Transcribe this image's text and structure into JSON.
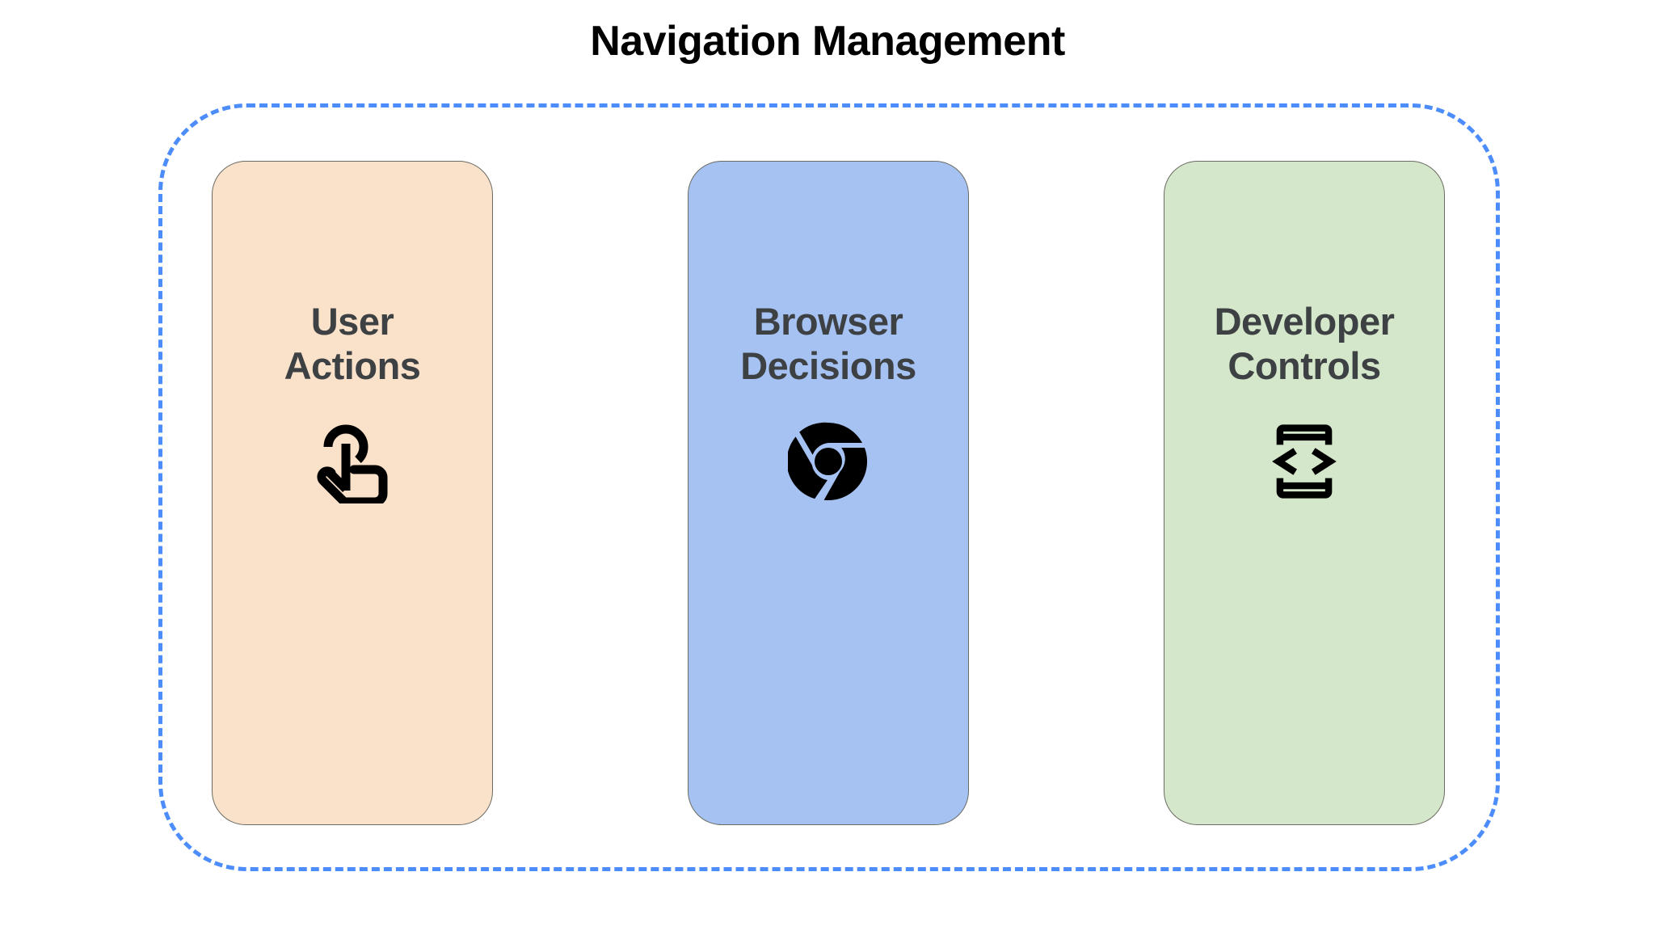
{
  "diagram": {
    "title": "Navigation Management",
    "title_color": "#000000",
    "container": {
      "name": "dashed-boundary",
      "border_style": "dashed",
      "border_color": "#4C8DFB"
    },
    "cards": [
      {
        "id": "user-actions",
        "label": "User\nActions",
        "label_line1": "User",
        "label_line2": "Actions",
        "fill_color": "#FAE1C9",
        "border_color": "#6B6B63",
        "text_color": "#3D4144",
        "icon": "touch-app-icon",
        "icon_color": "#000000"
      },
      {
        "id": "browser-decisions",
        "label": "Browser\nDecisions",
        "label_line1": "Browser",
        "label_line2": "Decisions",
        "fill_color": "#A6C2F2",
        "border_color": "#6B6B63",
        "text_color": "#3D4144",
        "icon": "chrome-logo-icon",
        "icon_color": "#000000"
      },
      {
        "id": "developer-controls",
        "label": "Developer\nControls",
        "label_line1": "Developer",
        "label_line2": "Controls",
        "fill_color": "#D5E7CA",
        "border_color": "#6B6B63",
        "text_color": "#3D4144",
        "icon": "developer-mode-code-icon",
        "icon_color": "#000000"
      }
    ]
  }
}
